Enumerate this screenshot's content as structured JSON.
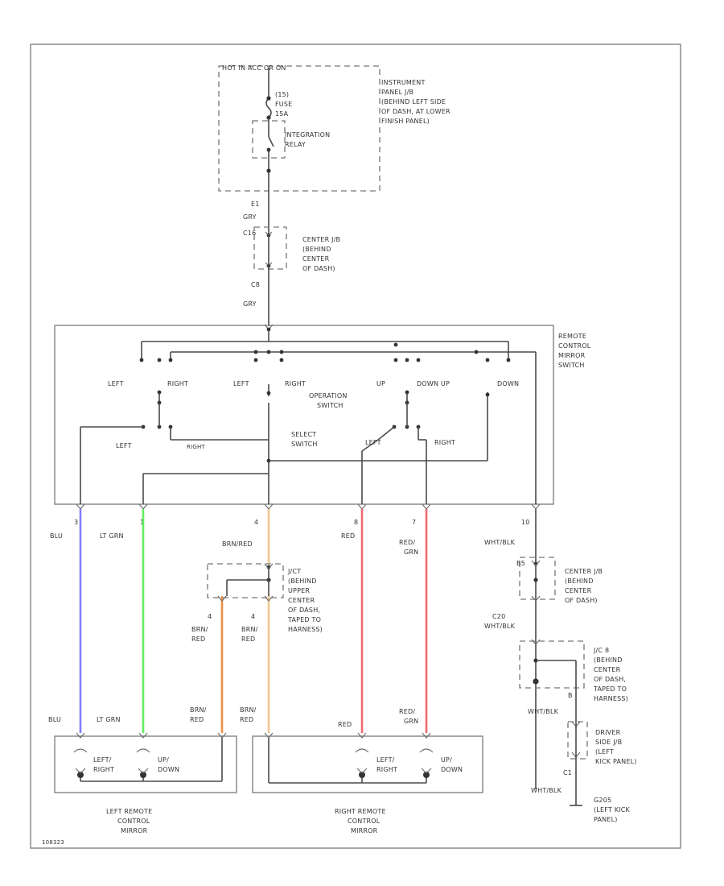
{
  "colors": {
    "blu": "#7f7fff",
    "lt_grn": "#5ff05f",
    "brn_red_tan": "#f0c890",
    "brn_red_orange": "#e8904a",
    "red": "#f06a6a",
    "red_grn": "#f06a6a"
  },
  "source": {
    "power_label": "HOT IN ACC OR ON",
    "ij_label": [
      "INSTRUMENT",
      "PANEL J/B",
      "(BEHIND LEFT SIDE",
      "OF DASH, AT LOWER",
      "FINISH PANEL)"
    ],
    "fuse_num": "(15)",
    "fuse_label": "FUSE",
    "fuse_amp": "15A",
    "relay_label": [
      "INTEGRATION",
      "RELAY"
    ],
    "conn_e1": "E1",
    "gry_1": "GRY",
    "conn_c16": "C16",
    "center_jb_label": [
      "CENTER J/B",
      "(BEHIND",
      "CENTER",
      "OF DASH)"
    ],
    "conn_c8": "C8",
    "gry_2": "GRY"
  },
  "switch": {
    "title": [
      "REMOTE",
      "CONTROL",
      "MIRROR",
      "SWITCH"
    ],
    "op_left_1": "LEFT",
    "op_right_1": "RIGHT",
    "op_left_2": "LEFT",
    "op_right_2": "RIGHT",
    "op_up_1": "UP",
    "op_downup": "DOWN UP",
    "op_down": "DOWN",
    "operation_label": [
      "OPERATION",
      "SWITCH"
    ],
    "select_left": "LEFT",
    "select_right_small": "RIGHT",
    "select_label": [
      "SELECT",
      "SWITCH"
    ],
    "select_left_2": "LEFT",
    "select_right_2": "RIGHT"
  },
  "pins": {
    "p3": "3",
    "p1": "1",
    "p4": "4",
    "p8": "8",
    "p7": "7",
    "p10": "10"
  },
  "wires": {
    "blu_top": "BLU",
    "ltgrn_top": "LT GRN",
    "brnred_top": "BRN/RED",
    "red_top": "RED",
    "redgrn_top": [
      "RED/",
      "GRN"
    ],
    "wht_blk_top": "WHT/BLK",
    "blu_bot": "BLU",
    "ltgrn_bot": "LT GRN",
    "brnred_bot_1": [
      "BRN/",
      "RED"
    ],
    "brnred_bot_2": [
      "BRN/",
      "RED"
    ],
    "red_bot": "RED",
    "redgrn_bot": [
      "RED/",
      "GRN"
    ]
  },
  "jct": {
    "label": [
      "J/CT",
      "(BEHIND",
      "UPPER",
      "CENTER",
      "OF DASH,",
      "TAPED TO",
      "HARNESS)"
    ],
    "pin_a": "4",
    "pin_b": "4",
    "brnred_a": [
      "BRN/",
      "RED"
    ],
    "brnred_b": [
      "BRN/",
      "RED"
    ]
  },
  "ground": {
    "conn_b5": "B5",
    "center_jb": [
      "CENTER J/B",
      "(BEHIND",
      "CENTER",
      "OF DASH)"
    ],
    "conn_c20": "C20",
    "wht_blk_1": "WHT/BLK",
    "jc8": [
      "J/C 8",
      "(BEHIND",
      "CENTER",
      "OF DASH,",
      "TAPED TO",
      "HARNESS)"
    ],
    "pin_b": "B",
    "wht_blk_2": "WHT/BLK",
    "driver_jb": [
      "DRIVER",
      "SIDE J/B",
      "(LEFT",
      "KICK PANEL)"
    ],
    "conn_c1": "C1",
    "wht_blk_3": "WHT/BLK",
    "g205": [
      "G205",
      "(LEFT KICK",
      "PANEL)"
    ]
  },
  "mirrors": {
    "left_lr": [
      "LEFT/",
      "RIGHT"
    ],
    "left_ud": [
      "UP/",
      "DOWN"
    ],
    "left_label": [
      "LEFT REMOTE",
      "CONTROL",
      "MIRROR"
    ],
    "right_lr": [
      "LEFT/",
      "RIGHT"
    ],
    "right_ud": [
      "UP/",
      "DOWN"
    ],
    "right_label": [
      "RIGHT REMOTE",
      "CONTROL",
      "MIRROR"
    ]
  },
  "footer_code": "108323"
}
